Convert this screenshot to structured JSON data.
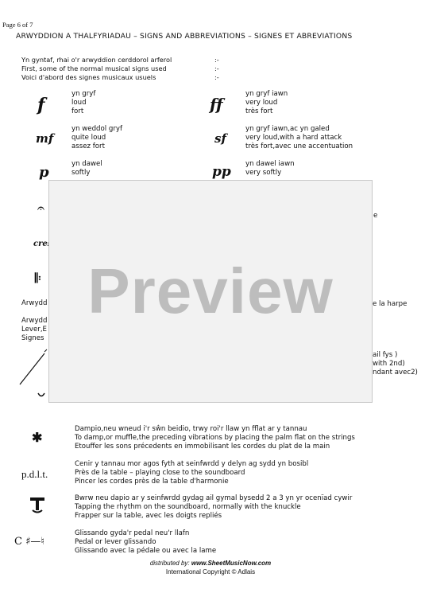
{
  "page_number": "Page 6 of 7",
  "heading": "ARWYDDION A THALFYRIADAU  –  SIGNS AND ABBREVIATIONS  –  SIGNES ET ABREVIATIONS",
  "intro": [
    {
      "text": "Yn gyntaf, rhai o'r arwyddion cerddorol arferol",
      "colon": ":-"
    },
    {
      "text": "First, some  of the normal musical signs used",
      "colon": ":-"
    },
    {
      "text": "Voici d'abord des signes musicaux usuels",
      "colon": ":-"
    }
  ],
  "signs": {
    "f": {
      "symbol": "f",
      "lines": [
        "yn gryf",
        "loud",
        "fort"
      ]
    },
    "ff": {
      "symbol": "ff",
      "lines": [
        "yn gryf iawn",
        "very loud",
        "très fort"
      ]
    },
    "mf": {
      "symbol": "mf",
      "lines": [
        "yn weddol gryf",
        "quite loud",
        "assez fort"
      ]
    },
    "sf": {
      "symbol": "sf",
      "lines": [
        "yn gryf iawn,ac yn galed",
        "very loud,with a hard attack",
        "très fort,avec une accentuation"
      ]
    },
    "p": {
      "symbol": "p",
      "lines": [
        "yn dawel",
        "softly"
      ]
    },
    "pp": {
      "symbol": "pp",
      "lines": [
        "yn dawel iawn",
        "very softly"
      ]
    },
    "fermata": {
      "symbol": "𝄐"
    },
    "cresc": {
      "symbol": "cres"
    },
    "repeat": {
      "symbol": "𝄆"
    },
    "damp": {
      "symbol": "✱",
      "lines": [
        "Dampio,neu wneud i'r sŵn beidio,  trwy roi'r llaw yn fflat ar y tannau",
        "To damp,or muffle,the preceding vibrations by placing the palm flat on the strings",
        "Etouffer les sons précedents en immobilisant les cordes du plat de la  main"
      ]
    },
    "pdlt": {
      "symbol": "p.d.l.t.",
      "lines": [
        "Cenir y tannau mor agos fyth at seinfwrdd y delyn ag sydd yn bosibl",
        "Près de la table – playing close to the soundboard",
        "Pincer les cordes près de la table d'harmonie"
      ]
    },
    "knuckle": {
      "symbol": "Ƭ",
      "lines": [
        "Bwrw neu dapio ar y   seinfwrdd gydag ail gymal bysedd 2 a 3 yn yr ocenïad cywir",
        "Tapping the rhythm on the soundboard, normally with the  knuckle",
        "Frapper sur la table,  avec les doigts repliés"
      ]
    },
    "glissando": {
      "symbol": "C ♯—♮",
      "lines": [
        "Glissando gyda'r pedal neu'r llafn",
        "Pedal or lever glissando",
        "Glissando avec la pédale ou avec  la lame"
      ]
    }
  },
  "partial_text": {
    "arwydd": "Arwydd",
    "arwydd2": "Arwydd",
    "lever": "Lever,E",
    "signes": "Signes",
    "la_harpe": "e la harpe",
    "ail_fys": "ail fys )",
    "with_2nd": "with 2nd)",
    "ndant": "ndant avec2)",
    "e_right": "e"
  },
  "preview_watermark": "Preview",
  "footer": {
    "distributed_by": "distributed by:",
    "site": "www.SheetMusicNow.com",
    "copyright": "International Copyright © Adlais"
  }
}
